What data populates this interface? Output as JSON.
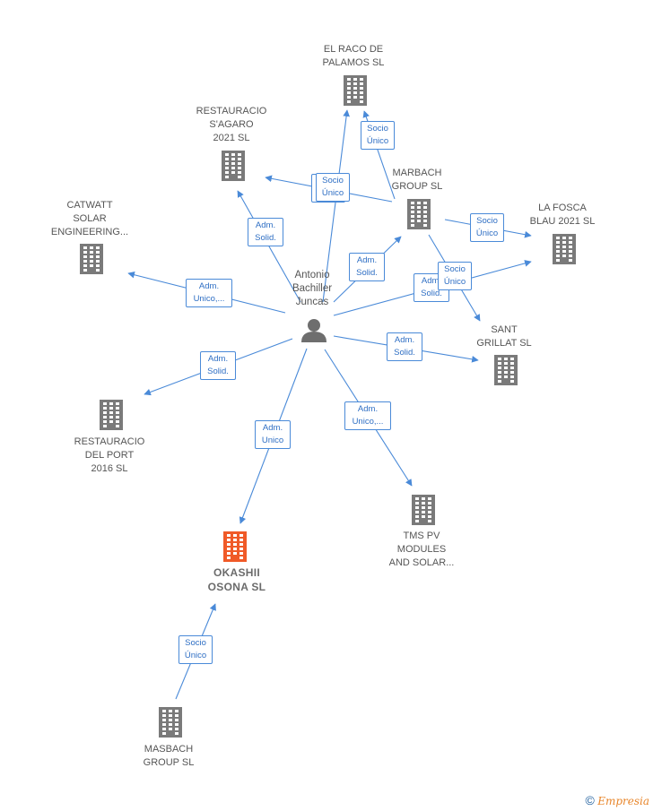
{
  "center": {
    "name": "Antonio\nBachiller\nJuncas"
  },
  "nodes": [
    {
      "id": "el-raco",
      "label": "EL RACO DE\nPALAMOS SL",
      "highlight": false
    },
    {
      "id": "restauracio-sagaro",
      "label": "RESTAURACIO\nS'AGARO\n2021 SL",
      "highlight": false
    },
    {
      "id": "marbach",
      "label": "MARBACH\nGROUP SL",
      "highlight": false
    },
    {
      "id": "catwatt",
      "label": "CATWATT\nSOLAR\nENGINEERING...",
      "highlight": false
    },
    {
      "id": "la-fosca",
      "label": "LA FOSCA\nBLAU 2021 SL",
      "highlight": false
    },
    {
      "id": "sant-grillat",
      "label": "SANT\nGRILLAT SL",
      "highlight": false
    },
    {
      "id": "restauracio-port",
      "label": "RESTAURACIO\nDEL PORT\n2016 SL",
      "highlight": false
    },
    {
      "id": "tms",
      "label": "TMS PV\nMODULES\nAND SOLAR...",
      "highlight": false
    },
    {
      "id": "okashii",
      "label": "OKASHII\nOSONA SL",
      "highlight": true
    },
    {
      "id": "masbach",
      "label": "MASBACH\nGROUP SL",
      "highlight": false
    }
  ],
  "edges": [
    {
      "from": "center",
      "to": "el-raco",
      "label": "Socio\nÚnico"
    },
    {
      "from": "center",
      "to": "restauracio-sagaro",
      "label": "Adm.\nSolid."
    },
    {
      "from": "center",
      "to": "marbach",
      "label": "Adm.\nSolid."
    },
    {
      "from": "center",
      "to": "catwatt",
      "label": "Adm.\nUnico,..."
    },
    {
      "from": "center",
      "to": "la-fosca",
      "label": "Adm.\nSolid."
    },
    {
      "from": "center",
      "to": "sant-grillat",
      "label": "Adm.\nSolid."
    },
    {
      "from": "center",
      "to": "restauracio-port",
      "label": "Adm.\nSolid."
    },
    {
      "from": "center",
      "to": "okashii",
      "label": "Adm.\nUnico"
    },
    {
      "from": "center",
      "to": "tms",
      "label": "Adm.\nUnico,..."
    },
    {
      "from": "marbach",
      "to": "el-raco",
      "label": "Socio\nÚnico"
    },
    {
      "from": "marbach",
      "to": "restauracio-sagaro",
      "label": "Socio\nÚnico"
    },
    {
      "from": "marbach",
      "to": "la-fosca",
      "label": "Socio\nÚnico"
    },
    {
      "from": "marbach",
      "to": "sant-grillat",
      "label": "Socio\nÚnico"
    },
    {
      "from": "masbach",
      "to": "okashii",
      "label": "Socio\nÚnico"
    }
  ],
  "colors": {
    "edge": "#4a8ad8",
    "building": "#7a7a7a",
    "highlight": "#f05a28",
    "person": "#6e6e6e"
  },
  "footer": {
    "copyright": "©",
    "brand": "Empresia"
  }
}
